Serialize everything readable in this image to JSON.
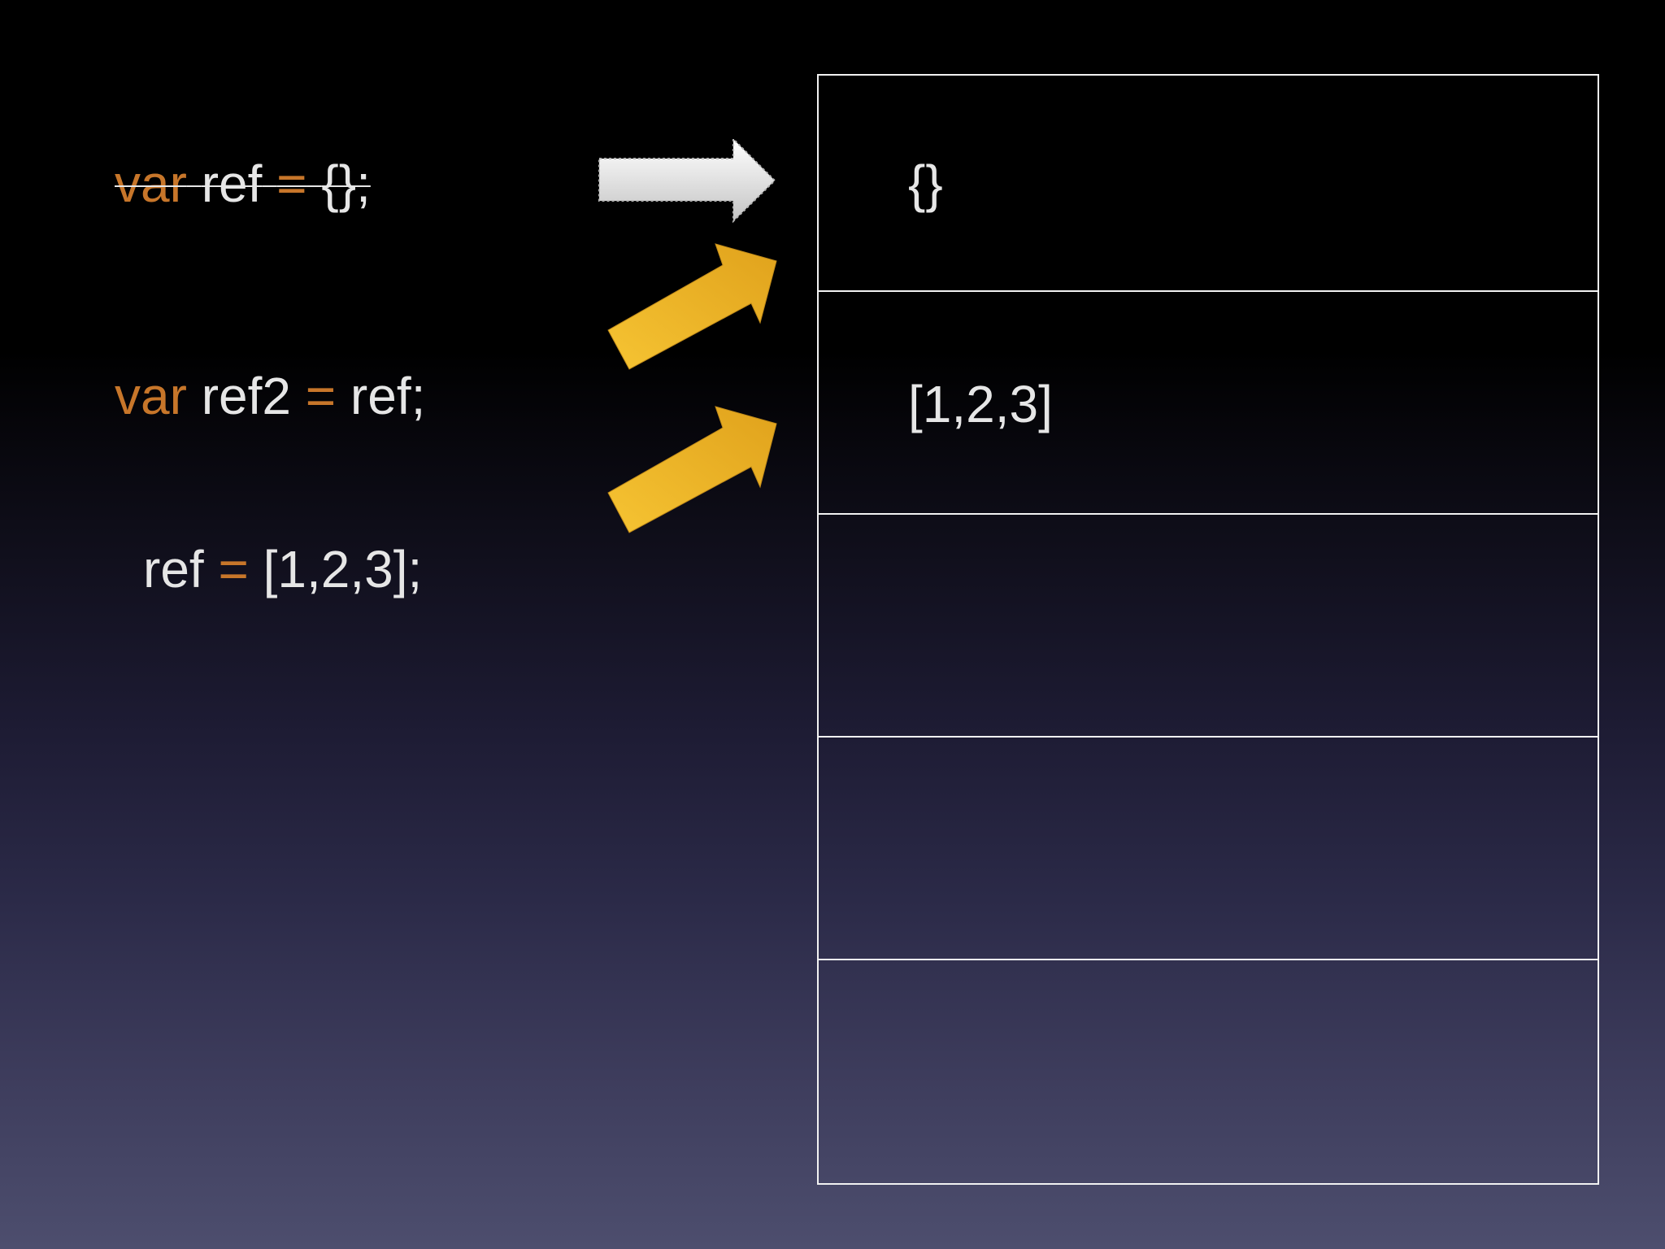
{
  "code": {
    "line1": {
      "kw": "var",
      "id": "ref",
      "op": "=",
      "val": "{};"
    },
    "line2": {
      "kw": "var",
      "id": "ref2",
      "op": "=",
      "val": "ref;"
    },
    "line3": {
      "id": "ref",
      "op": "=",
      "val": "[1,2,3];"
    }
  },
  "memory": {
    "cells": [
      "{}",
      "[1,2,3]",
      "",
      "",
      ""
    ]
  },
  "arrows": [
    {
      "name": "ref-old-arrow",
      "style": "faded-gray",
      "color": "#d8d8d8"
    },
    {
      "name": "ref2-arrow",
      "style": "solid",
      "color": "#f0b82a"
    },
    {
      "name": "ref-new-arrow",
      "style": "solid",
      "color": "#f0b82a"
    }
  ],
  "colors": {
    "keyword": "#c7762a",
    "text": "#e6e6e6",
    "border": "#f2f2f2",
    "arrow_yellow": "#f0b82a"
  }
}
